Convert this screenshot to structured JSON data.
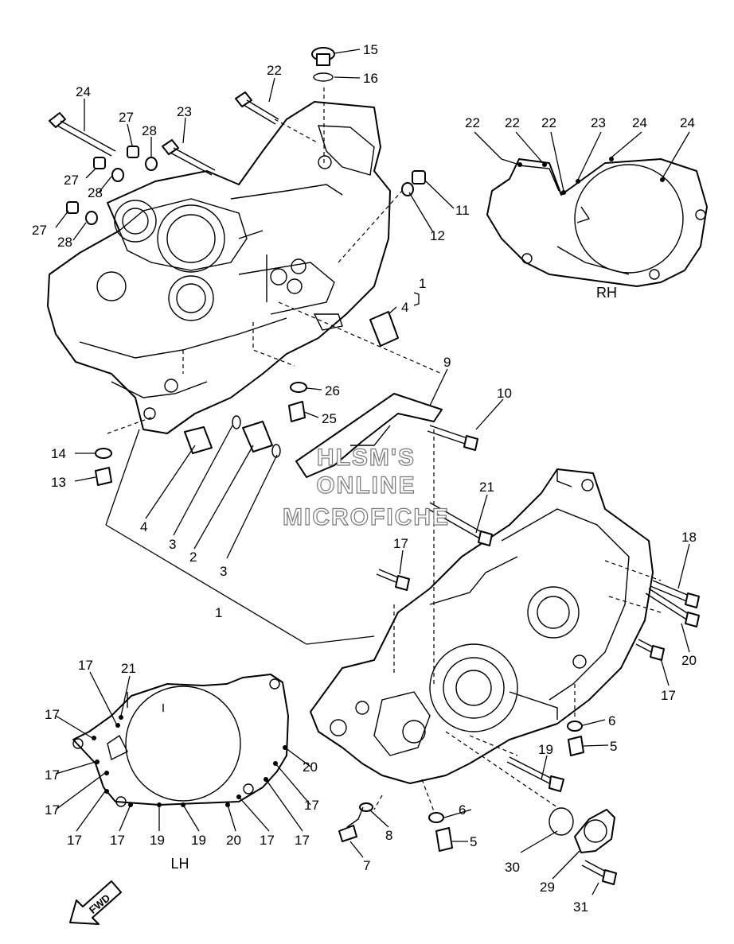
{
  "watermark": {
    "line1": "HLSM'S",
    "line2": "ONLINE",
    "line3": "MICROFICHE"
  },
  "view_labels": {
    "rh": "RH",
    "lh": "LH",
    "fwd": "FWD"
  },
  "callouts": [
    {
      "id": "c01",
      "text": "15"
    },
    {
      "id": "c02",
      "text": "16"
    },
    {
      "id": "c03",
      "text": "22"
    },
    {
      "id": "c04",
      "text": "24"
    },
    {
      "id": "c05",
      "text": "23"
    },
    {
      "id": "c06",
      "text": "27"
    },
    {
      "id": "c07",
      "text": "28"
    },
    {
      "id": "c08",
      "text": "27"
    },
    {
      "id": "c09",
      "text": "28"
    },
    {
      "id": "c10",
      "text": "27"
    },
    {
      "id": "c11",
      "text": "28"
    },
    {
      "id": "c12",
      "text": "11"
    },
    {
      "id": "c13",
      "text": "12"
    },
    {
      "id": "c14",
      "text": "1"
    },
    {
      "id": "c15",
      "text": "4"
    },
    {
      "id": "c16",
      "text": "9"
    },
    {
      "id": "c17",
      "text": "10"
    },
    {
      "id": "c18",
      "text": "26"
    },
    {
      "id": "c19",
      "text": "25"
    },
    {
      "id": "c20",
      "text": "14"
    },
    {
      "id": "c21",
      "text": "13"
    },
    {
      "id": "c22",
      "text": "21"
    },
    {
      "id": "c23",
      "text": "4"
    },
    {
      "id": "c24",
      "text": "3"
    },
    {
      "id": "c25",
      "text": "2"
    },
    {
      "id": "c26",
      "text": "3"
    },
    {
      "id": "c27",
      "text": "1"
    },
    {
      "id": "c28",
      "text": "17"
    },
    {
      "id": "c29",
      "text": "18"
    },
    {
      "id": "c30",
      "text": "20"
    },
    {
      "id": "c31",
      "text": "17"
    },
    {
      "id": "c32",
      "text": "6"
    },
    {
      "id": "c33",
      "text": "5"
    },
    {
      "id": "c34",
      "text": "19"
    },
    {
      "id": "c35",
      "text": "6"
    },
    {
      "id": "c36",
      "text": "5"
    },
    {
      "id": "c37",
      "text": "8"
    },
    {
      "id": "c38",
      "text": "7"
    },
    {
      "id": "c39",
      "text": "30"
    },
    {
      "id": "c40",
      "text": "29"
    },
    {
      "id": "c41",
      "text": "31"
    },
    {
      "id": "r1",
      "text": "22"
    },
    {
      "id": "r2",
      "text": "22"
    },
    {
      "id": "r3",
      "text": "22"
    },
    {
      "id": "r4",
      "text": "23"
    },
    {
      "id": "r5",
      "text": "24"
    },
    {
      "id": "r6",
      "text": "24"
    },
    {
      "id": "l1",
      "text": "17"
    },
    {
      "id": "l2",
      "text": "21"
    },
    {
      "id": "l3",
      "text": "17"
    },
    {
      "id": "l4",
      "text": "17"
    },
    {
      "id": "l5",
      "text": "17"
    },
    {
      "id": "l6",
      "text": "17"
    },
    {
      "id": "l7",
      "text": "17"
    },
    {
      "id": "l8",
      "text": "19"
    },
    {
      "id": "l9",
      "text": "19"
    },
    {
      "id": "l10",
      "text": "20"
    },
    {
      "id": "l11",
      "text": "17"
    },
    {
      "id": "l12",
      "text": "17"
    },
    {
      "id": "l13",
      "text": "17"
    },
    {
      "id": "l14",
      "text": "20"
    }
  ]
}
